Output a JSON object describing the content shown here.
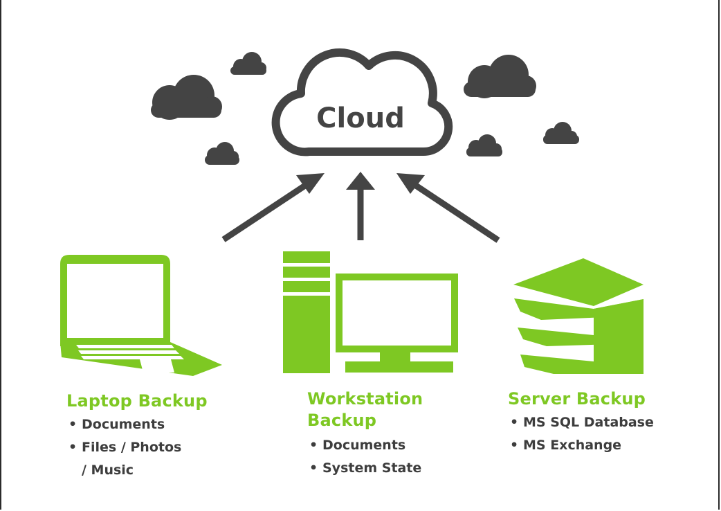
{
  "colors": {
    "green": "#7ec823",
    "dark": "#3d3d3d",
    "cloud_fill": "#444444"
  },
  "cloud": {
    "label": "Cloud",
    "icon": "cloud-icon"
  },
  "laptop": {
    "title": "Laptop Backup",
    "items": [
      "Documents",
      "Files / Photos",
      "/ Music"
    ],
    "icon": "laptop-icon"
  },
  "workstation": {
    "title_line1": "Workstation",
    "title_line2": "Backup",
    "items": [
      "Documents",
      "System State"
    ],
    "icon": "desktop-computer-icon"
  },
  "server": {
    "title": "Server Backup",
    "items": [
      "MS SQL Database",
      "MS Exchange"
    ],
    "icon": "server-stack-icon"
  }
}
